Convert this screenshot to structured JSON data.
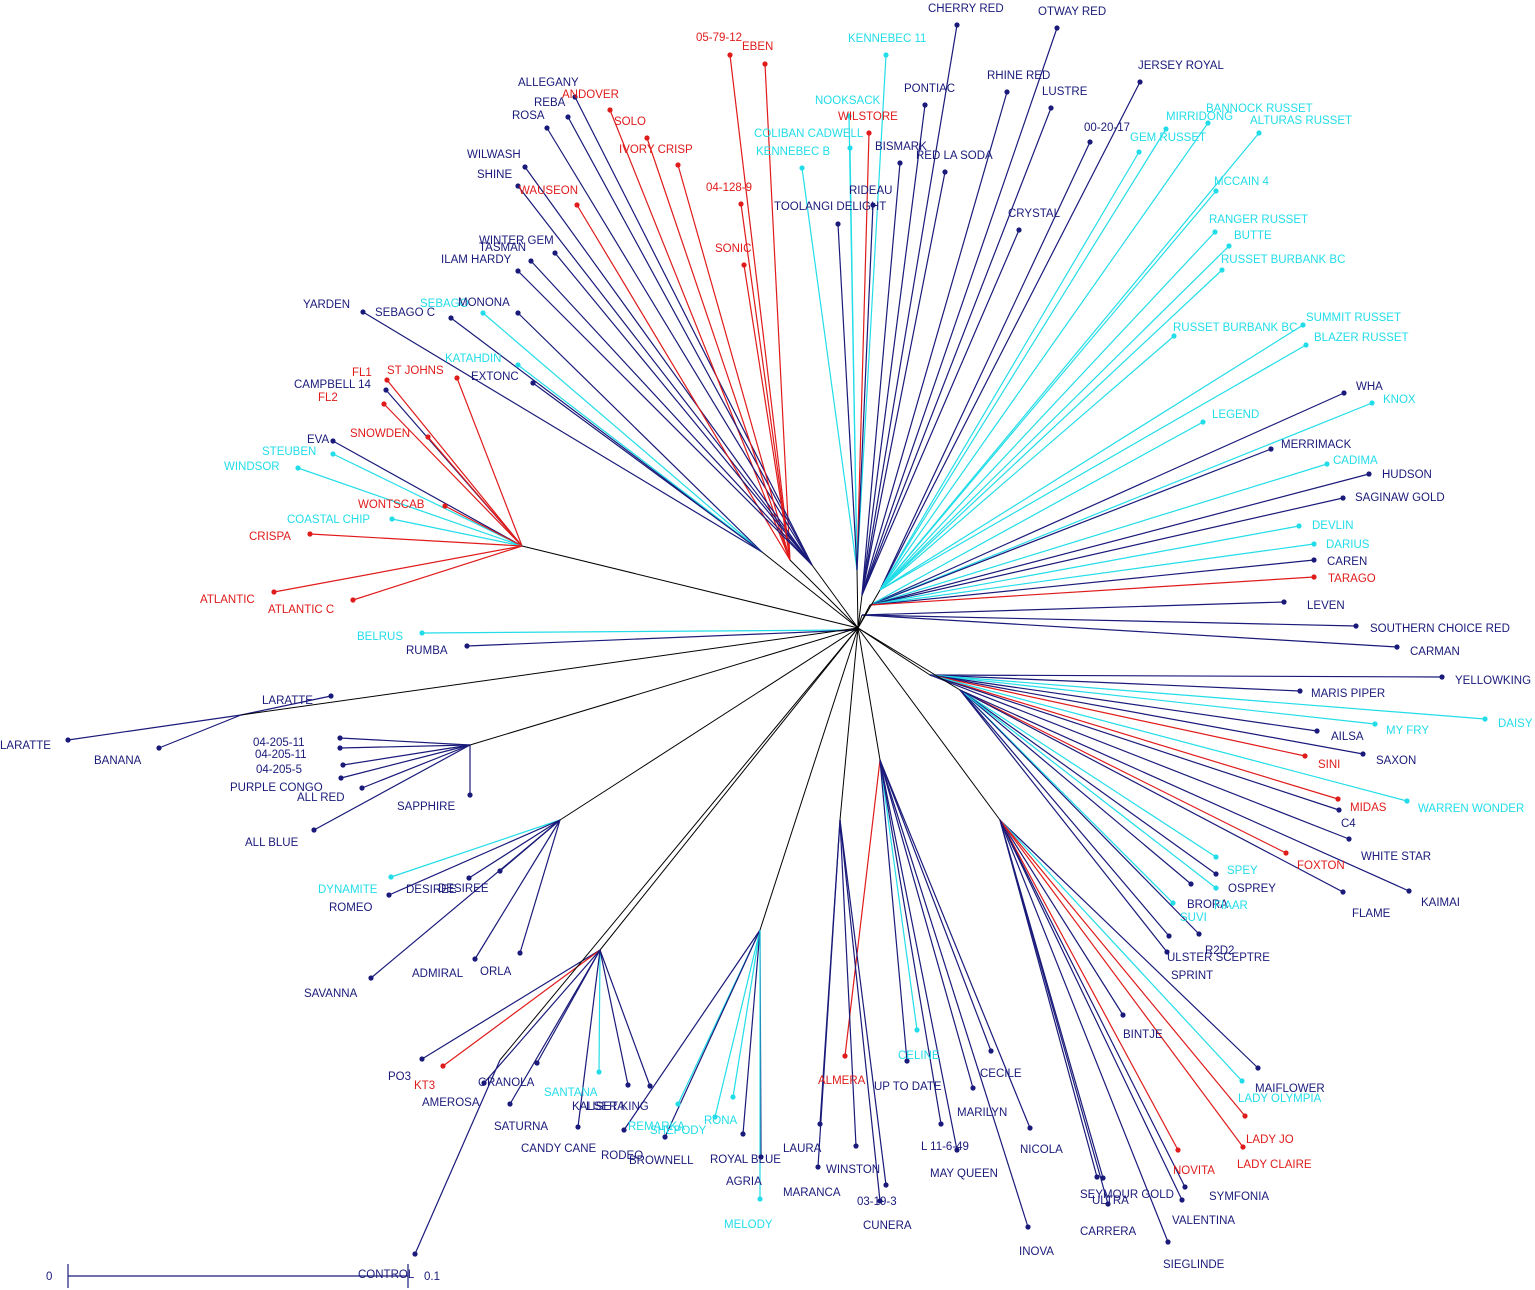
{
  "colors": {
    "navy": "#1a1a7a",
    "cyan": "#22dde8",
    "red": "#e01b1b",
    "trunk": "#000000",
    "scale": "#1a1a7a"
  },
  "scale_bar": {
    "left_label": "0",
    "right_label": "0.1"
  },
  "leaves": [
    {
      "name": "CHERRY RED",
      "color": "navy"
    },
    {
      "name": "OTWAY RED",
      "color": "navy"
    },
    {
      "name": "KENNEBEC 11",
      "color": "cyan"
    },
    {
      "name": "05-79-12",
      "color": "red"
    },
    {
      "name": "EBEN",
      "color": "red"
    },
    {
      "name": "JERSEY ROYAL",
      "color": "navy"
    },
    {
      "name": "PONTIAC",
      "color": "navy"
    },
    {
      "name": "RHINE RED",
      "color": "navy"
    },
    {
      "name": "LUSTRE",
      "color": "navy"
    },
    {
      "name": "NOOKSACK",
      "color": "cyan"
    },
    {
      "name": "WILSTORE",
      "color": "red"
    },
    {
      "name": "BANNOCK RUSSET",
      "color": "cyan"
    },
    {
      "name": "MIRRIDONG",
      "color": "cyan"
    },
    {
      "name": "ALTURAS RUSSET",
      "color": "cyan"
    },
    {
      "name": "ALLEGANY",
      "color": "navy"
    },
    {
      "name": "ANDOVER",
      "color": "red"
    },
    {
      "name": "REBA",
      "color": "navy"
    },
    {
      "name": "ROSA",
      "color": "navy"
    },
    {
      "name": "SOLO",
      "color": "red"
    },
    {
      "name": "COLIBAN CADWELL",
      "color": "cyan"
    },
    {
      "name": "00-20-17",
      "color": "navy"
    },
    {
      "name": "GEM RUSSET",
      "color": "cyan"
    },
    {
      "name": "IVORY CRISP",
      "color": "red"
    },
    {
      "name": "BISMARK",
      "color": "navy"
    },
    {
      "name": "KENNEBEC B",
      "color": "cyan"
    },
    {
      "name": "RED LA SODA",
      "color": "navy"
    },
    {
      "name": "WILWASH",
      "color": "navy"
    },
    {
      "name": "SHINE",
      "color": "navy"
    },
    {
      "name": "MCCAIN 4",
      "color": "cyan"
    },
    {
      "name": "WAUSEON",
      "color": "red"
    },
    {
      "name": "RIDEAU",
      "color": "navy"
    },
    {
      "name": "04-128-9",
      "color": "red"
    },
    {
      "name": "TOOLANGI DELIGHT",
      "color": "navy"
    },
    {
      "name": "CRYSTAL",
      "color": "navy"
    },
    {
      "name": "RANGER RUSSET",
      "color": "cyan"
    },
    {
      "name": "BUTTE",
      "color": "cyan"
    },
    {
      "name": "WINTER GEM",
      "color": "navy"
    },
    {
      "name": "TASMAN",
      "color": "navy"
    },
    {
      "name": "SONIC",
      "color": "red"
    },
    {
      "name": "ILAM HARDY",
      "color": "navy"
    },
    {
      "name": "RUSSET BURBANK BC",
      "color": "cyan"
    },
    {
      "name": "YARDEN",
      "color": "navy"
    },
    {
      "name": "SEBAGO",
      "color": "cyan"
    },
    {
      "name": "MONONA",
      "color": "navy"
    },
    {
      "name": "SEBAGO C",
      "color": "navy"
    },
    {
      "name": "SUMMIT RUSSET",
      "color": "cyan"
    },
    {
      "name": "RUSSET BURBANK BC",
      "color": "cyan"
    },
    {
      "name": "BLAZER RUSSET",
      "color": "cyan"
    },
    {
      "name": "KATAHDIN",
      "color": "cyan"
    },
    {
      "name": "FL1",
      "color": "red"
    },
    {
      "name": "ST JOHNS",
      "color": "red"
    },
    {
      "name": "EXTONC",
      "color": "navy"
    },
    {
      "name": "CAMPBELL 14",
      "color": "navy"
    },
    {
      "name": "FL2",
      "color": "red"
    },
    {
      "name": "WHA",
      "color": "navy"
    },
    {
      "name": "KNOX",
      "color": "cyan"
    },
    {
      "name": "LEGEND",
      "color": "cyan"
    },
    {
      "name": "SNOWDEN",
      "color": "red"
    },
    {
      "name": "EVA",
      "color": "navy"
    },
    {
      "name": "MERRIMACK",
      "color": "navy"
    },
    {
      "name": "STEUBEN",
      "color": "cyan"
    },
    {
      "name": "CADIMA",
      "color": "cyan"
    },
    {
      "name": "WINDSOR",
      "color": "cyan"
    },
    {
      "name": "HUDSON",
      "color": "navy"
    },
    {
      "name": "SAGINAW GOLD",
      "color": "navy"
    },
    {
      "name": "WONTSCAB",
      "color": "red"
    },
    {
      "name": "COASTAL CHIP",
      "color": "cyan"
    },
    {
      "name": "DEVLIN",
      "color": "cyan"
    },
    {
      "name": "CRISPA",
      "color": "red"
    },
    {
      "name": "DARIUS",
      "color": "cyan"
    },
    {
      "name": "CAREN",
      "color": "navy"
    },
    {
      "name": "TARAGO",
      "color": "red"
    },
    {
      "name": "ATLANTIC",
      "color": "red"
    },
    {
      "name": "LEVEN",
      "color": "navy"
    },
    {
      "name": "ATLANTIC C",
      "color": "red"
    },
    {
      "name": "SOUTHERN CHOICE RED",
      "color": "navy"
    },
    {
      "name": "BELRUS",
      "color": "cyan"
    },
    {
      "name": "RUMBA",
      "color": "navy"
    },
    {
      "name": "CARMAN",
      "color": "navy"
    },
    {
      "name": "YELLOWKING",
      "color": "navy"
    },
    {
      "name": "MARIS PIPER",
      "color": "navy"
    },
    {
      "name": "LARATTE",
      "color": "navy"
    },
    {
      "name": "DAISY",
      "color": "cyan"
    },
    {
      "name": "MY FRY",
      "color": "cyan"
    },
    {
      "name": "LARATTE",
      "color": "navy"
    },
    {
      "name": "AILSA",
      "color": "navy"
    },
    {
      "name": "04-205-11",
      "color": "navy"
    },
    {
      "name": "BANANA",
      "color": "navy"
    },
    {
      "name": "04-205-11",
      "color": "navy"
    },
    {
      "name": "SAXON",
      "color": "navy"
    },
    {
      "name": "SINI",
      "color": "red"
    },
    {
      "name": "04-205-5",
      "color": "navy"
    },
    {
      "name": "PURPLE CONGO",
      "color": "navy"
    },
    {
      "name": "ALL RED",
      "color": "navy"
    },
    {
      "name": "MIDAS",
      "color": "red"
    },
    {
      "name": "WARREN WONDER",
      "color": "cyan"
    },
    {
      "name": "SAPPHIRE",
      "color": "navy"
    },
    {
      "name": "C4",
      "color": "navy"
    },
    {
      "name": "ALL BLUE",
      "color": "navy"
    },
    {
      "name": "WHITE STAR",
      "color": "navy"
    },
    {
      "name": "SPEY",
      "color": "cyan"
    },
    {
      "name": "FOXTON",
      "color": "red"
    },
    {
      "name": "OSPREY",
      "color": "navy"
    },
    {
      "name": "DYNAMITE",
      "color": "cyan"
    },
    {
      "name": "DESIREE",
      "color": "navy"
    },
    {
      "name": "DESIREE",
      "color": "navy"
    },
    {
      "name": "KAIMAI",
      "color": "navy"
    },
    {
      "name": "BRORA",
      "color": "navy"
    },
    {
      "name": "FIAAR",
      "color": "cyan"
    },
    {
      "name": "ROMEO",
      "color": "navy"
    },
    {
      "name": "FLAME",
      "color": "navy"
    },
    {
      "name": "SUVI",
      "color": "cyan"
    },
    {
      "name": "R2D2",
      "color": "navy"
    },
    {
      "name": "ULSTER SCEPTRE",
      "color": "navy"
    },
    {
      "name": "ADMIRAL",
      "color": "navy"
    },
    {
      "name": "ORLA",
      "color": "navy"
    },
    {
      "name": "SPRINT",
      "color": "navy"
    },
    {
      "name": "SAVANNA",
      "color": "navy"
    },
    {
      "name": "BINTJE",
      "color": "navy"
    },
    {
      "name": "CELINE",
      "color": "cyan"
    },
    {
      "name": "MAIFLOWER",
      "color": "navy"
    },
    {
      "name": "CECILE",
      "color": "navy"
    },
    {
      "name": "ALMERA",
      "color": "red"
    },
    {
      "name": "PO3",
      "color": "navy"
    },
    {
      "name": "UP TO DATE",
      "color": "navy"
    },
    {
      "name": "GRANOLA",
      "color": "navy"
    },
    {
      "name": "KT3",
      "color": "red"
    },
    {
      "name": "LADY OLYMPIA",
      "color": "cyan"
    },
    {
      "name": "SANTANA",
      "color": "cyan"
    },
    {
      "name": "MARILYN",
      "color": "navy"
    },
    {
      "name": "AMEROSA",
      "color": "navy"
    },
    {
      "name": "KALSER KING",
      "color": "navy"
    },
    {
      "name": "LISETA",
      "color": "navy"
    },
    {
      "name": "RONA",
      "color": "cyan"
    },
    {
      "name": "SATURNA",
      "color": "navy"
    },
    {
      "name": "REMARKA",
      "color": "cyan"
    },
    {
      "name": "LADY JO",
      "color": "red"
    },
    {
      "name": "L 11-6-49",
      "color": "navy"
    },
    {
      "name": "SHEPODY",
      "color": "cyan"
    },
    {
      "name": "CANDY CANE",
      "color": "navy"
    },
    {
      "name": "LAURA",
      "color": "navy"
    },
    {
      "name": "NICOLA",
      "color": "navy"
    },
    {
      "name": "RODEO",
      "color": "navy"
    },
    {
      "name": "ROYAL BLUE",
      "color": "navy"
    },
    {
      "name": "BROWNELL",
      "color": "navy"
    },
    {
      "name": "NOVITA",
      "color": "red"
    },
    {
      "name": "LADY CLAIRE",
      "color": "red"
    },
    {
      "name": "WINSTON",
      "color": "navy"
    },
    {
      "name": "MAY QUEEN",
      "color": "navy"
    },
    {
      "name": "AGRIA",
      "color": "navy"
    },
    {
      "name": "SEYMOUR GOLD",
      "color": "navy"
    },
    {
      "name": "MARANCA",
      "color": "navy"
    },
    {
      "name": "ULTRA",
      "color": "navy"
    },
    {
      "name": "SYMFONIA",
      "color": "navy"
    },
    {
      "name": "03-19-3",
      "color": "navy"
    },
    {
      "name": "VALENTINA",
      "color": "navy"
    },
    {
      "name": "MELODY",
      "color": "cyan"
    },
    {
      "name": "CUNERA",
      "color": "navy"
    },
    {
      "name": "CARRERA",
      "color": "navy"
    },
    {
      "name": "INOVA",
      "color": "navy"
    },
    {
      "name": "SIEGLINDE",
      "color": "navy"
    },
    {
      "name": "CONTROL",
      "color": "navy"
    }
  ]
}
